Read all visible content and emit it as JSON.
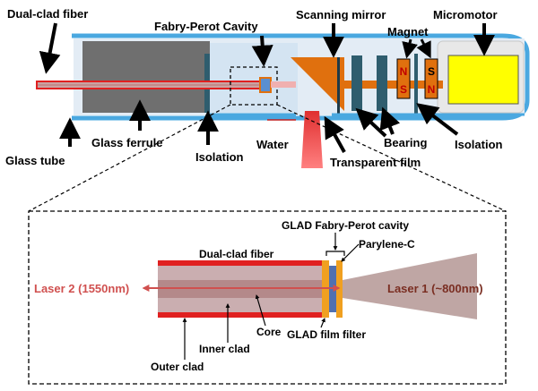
{
  "labels": {
    "dual_clad_fiber": "Dual-clad fiber",
    "fabry_perot_cavity": "Fabry-Perot Cavity",
    "scanning_mirror": "Scanning mirror",
    "micromotor": "Micromotor",
    "magnet": "Magnet",
    "glass_tube": "Glass tube",
    "glass_ferrule": "Glass ferrule",
    "isolation_left": "Isolation",
    "water": "Water",
    "transparent_film": "Transparent film",
    "bearing": "Bearing",
    "isolation_right": "Isolation"
  },
  "magnets": {
    "n1": "N",
    "s1": "S",
    "s2": "S",
    "n2": "N"
  },
  "inset": {
    "glad_fp_cavity": "GLAD Fabry-Perot cavity",
    "dual_clad_fiber": "Dual-clad fiber",
    "parylene_c": "Parylene-C",
    "laser2": "Laser 2 (1550nm)",
    "laser1": "Laser 1 (~800nm)",
    "core": "Core",
    "inner_clad": "Inner clad",
    "outer_clad": "Outer clad",
    "glad_film_filter": "GLAD film filter"
  },
  "colors": {
    "outer_shell": "#4aa8e0",
    "inner_fill": "#dde8f3",
    "ferrule": "#6f6f6f",
    "fiber_red": "#e02020",
    "mirror_orange": "#e0700e",
    "bearing_teal": "#2f5d6e",
    "motor_yellow": "#ffff00",
    "laser1_beam": "#a98886",
    "laser2_arrow": "#d0504f"
  }
}
